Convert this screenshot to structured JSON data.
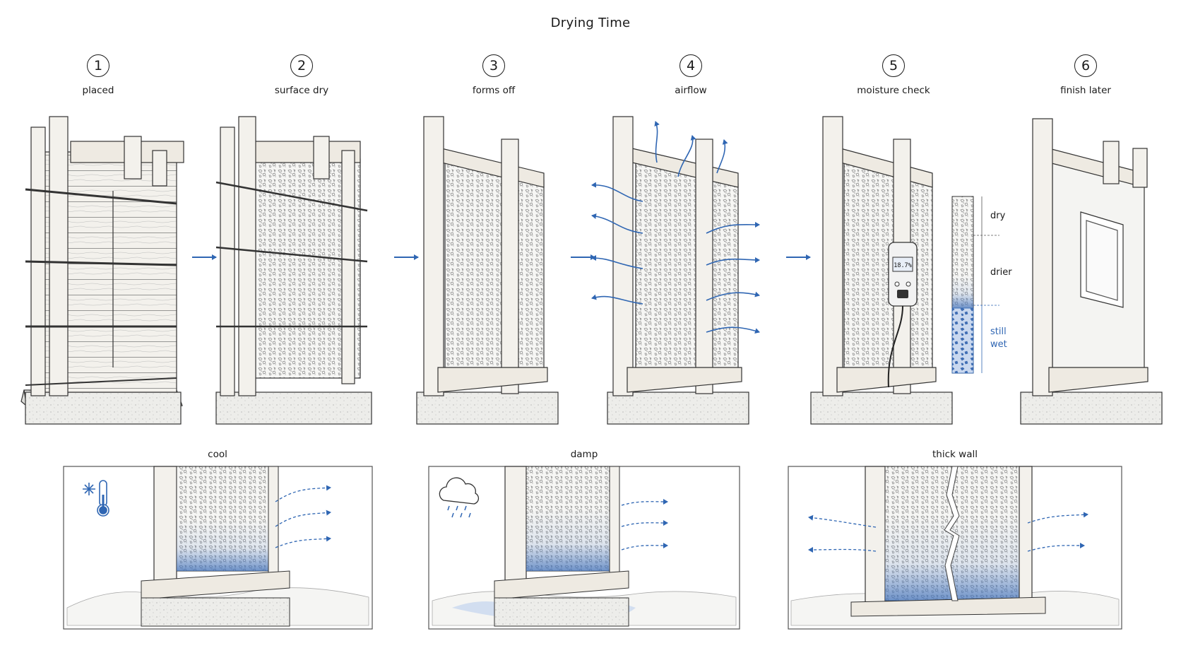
{
  "title": "Drying Time",
  "steps": [
    {
      "number": "1",
      "label": "placed"
    },
    {
      "number": "2",
      "label": "surface dry"
    },
    {
      "number": "3",
      "label": "forms off"
    },
    {
      "number": "4",
      "label": "airflow"
    },
    {
      "number": "5",
      "label": "moisture check"
    },
    {
      "number": "6",
      "label": "finish later"
    }
  ],
  "moisture_scale": {
    "top": "dry",
    "middle": "drier",
    "bottom_line1": "still",
    "bottom_line2": "wet"
  },
  "meter_reading": "18.7%",
  "conditions": [
    {
      "label": "cool",
      "icon": "snowflake-thermometer-icon"
    },
    {
      "label": "damp",
      "icon": "rain-cloud-icon"
    },
    {
      "label": "thick wall",
      "icon": ""
    }
  ],
  "colors": {
    "ink": "#1a1a1a",
    "accent_blue": "#2f66b3",
    "wet_blue": "#5b86c9"
  }
}
